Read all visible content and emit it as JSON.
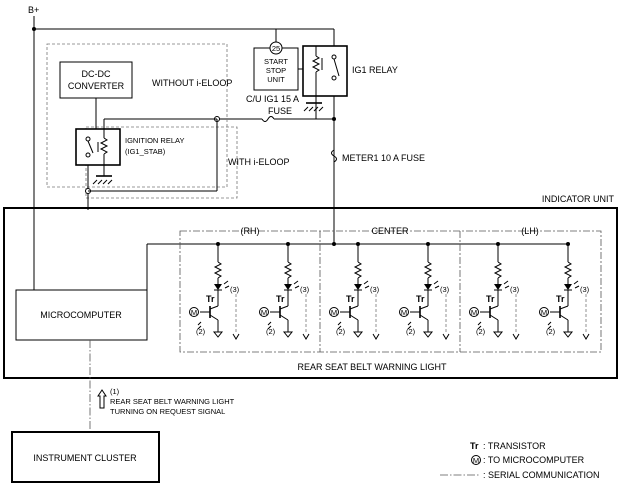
{
  "power": {
    "b_plus": "B+"
  },
  "modules": {
    "dcdc": {
      "line1": "DC-DC",
      "line2": "CONVERTER"
    },
    "without_ieloop": "WITHOUT i-ELOOP",
    "with_ieloop": "WITH i-ELOOP",
    "start_stop": {
      "badge": "25",
      "line1": "START",
      "line2": "STOP",
      "line3": "UNIT"
    },
    "ig1_relay": "IG1 RELAY",
    "ignition_relay": {
      "line1": "IGNITION RELAY",
      "line2": "(IG1_STAB)"
    }
  },
  "fuses": {
    "cu_ig1": {
      "line1": "C/U IG1 15 A",
      "line2": "FUSE"
    },
    "meter1": "METER1 10 A FUSE"
  },
  "indicator_unit": {
    "title": "INDICATOR UNIT",
    "microcomputer": "MICROCOMPUTER",
    "sections": [
      "(RH)",
      "CENTER",
      "(LH)"
    ],
    "transistor_label": "Tr",
    "micro_symbol": "M",
    "light_ref": "(3)",
    "base_ref": "(2)",
    "caption": "REAR SEAT BELT WARNING LIGHT"
  },
  "signal": {
    "ref": "(1)",
    "line1": "REAR SEAT BELT WARNING LIGHT",
    "line2": "TURNING ON REQUEST SIGNAL"
  },
  "instrument_cluster": "INSTRUMENT CLUSTER",
  "legend": {
    "tr_key": "Tr",
    "tr_desc": ": TRANSISTOR",
    "m_key": "M",
    "m_desc": ": TO MICROCOMPUTER",
    "serial_desc": ": SERIAL COMMUNICATION"
  },
  "channels": 6
}
